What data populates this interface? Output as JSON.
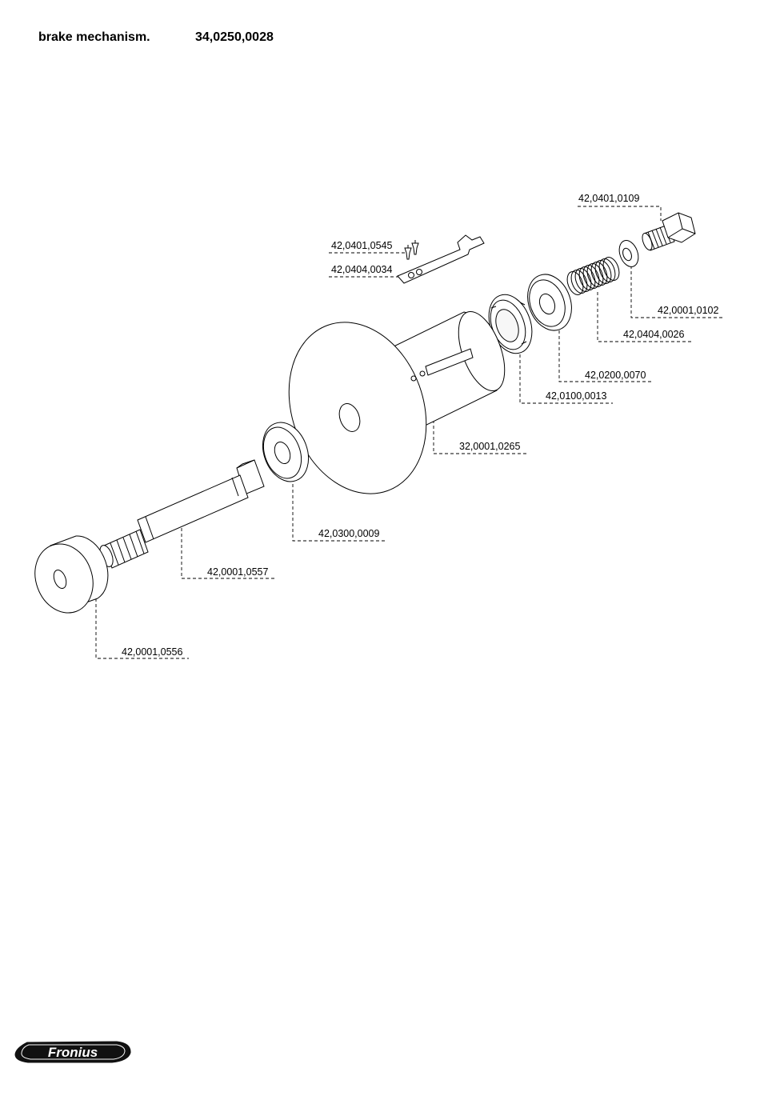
{
  "header": {
    "name": "brake mechanism.",
    "number": "34,0250,0028"
  },
  "parts": [
    {
      "id": "p1",
      "number": "42,0401,0109"
    },
    {
      "id": "p2",
      "number": "42,0401,0545"
    },
    {
      "id": "p3",
      "number": "42,0404,0034"
    },
    {
      "id": "p4",
      "number": "42,0001,0102"
    },
    {
      "id": "p5",
      "number": "42,0404,0026"
    },
    {
      "id": "p6",
      "number": "42,0200,0070"
    },
    {
      "id": "p7",
      "number": "42,0100,0013"
    },
    {
      "id": "p8",
      "number": "32,0001,0265"
    },
    {
      "id": "p9",
      "number": "42,0300,0009"
    },
    {
      "id": "p10",
      "number": "42,0001,0557"
    },
    {
      "id": "p11",
      "number": "42,0001,0556"
    }
  ],
  "logo": {
    "text": "Fronius"
  }
}
